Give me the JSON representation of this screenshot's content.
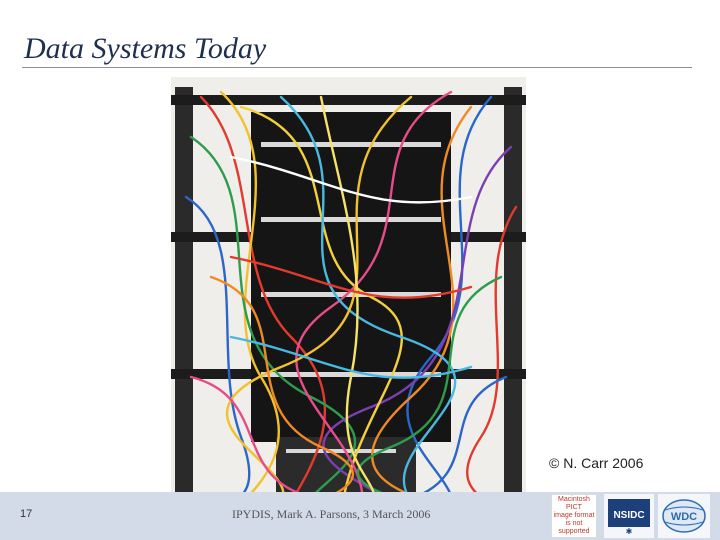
{
  "slide": {
    "title": "Data Systems Today",
    "photo_credit": "© N. Carr 2006",
    "slide_number": "17",
    "footer_text": "IPYDIS, Mark A. Parsons, 3 March 2006"
  },
  "logos": {
    "pict_placeholder_lines": [
      "Macintosh PICT",
      "image format",
      "is not supported"
    ],
    "nsidc_text": "NSIDC",
    "wdc_text": "WDC"
  },
  "colors": {
    "title": "#1f2f4f",
    "footer_bar": "#d3dbe9",
    "nsidc_blue": "#1d3f7a",
    "wdc_blue": "#2d6bb3"
  }
}
